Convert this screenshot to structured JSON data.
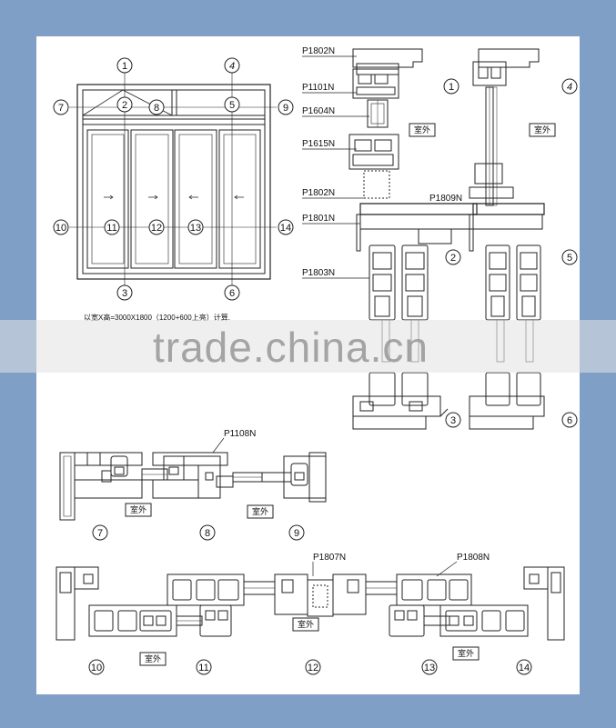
{
  "callouts": {
    "c1": "1",
    "c2": "2",
    "c3": "3",
    "c4": "4",
    "c5": "5",
    "c6": "6",
    "c7": "7",
    "c8": "8",
    "c9": "9",
    "c10": "10",
    "c11": "11",
    "c12": "12",
    "c13": "13",
    "c14": "14"
  },
  "front_view": {
    "caption": "以宽X高=3000X1800（1200+600上亮）计算."
  },
  "part_codes": {
    "p1802n": "P1802N",
    "p1101n": "P1101N",
    "p1604n": "P1604N",
    "p1615n": "P1615N",
    "p1801n": "P1801N",
    "p1809n": "P1809N",
    "p1803n": "P1803N",
    "p1108n": "P1108N",
    "p1807n": "P1807N",
    "p1808n": "P1808N"
  },
  "outside_label": "室外",
  "watermark": "trade.china.cn",
  "colors": {
    "background": "#7f9fc7",
    "sheet": "#ffffff",
    "line": "#222222"
  }
}
